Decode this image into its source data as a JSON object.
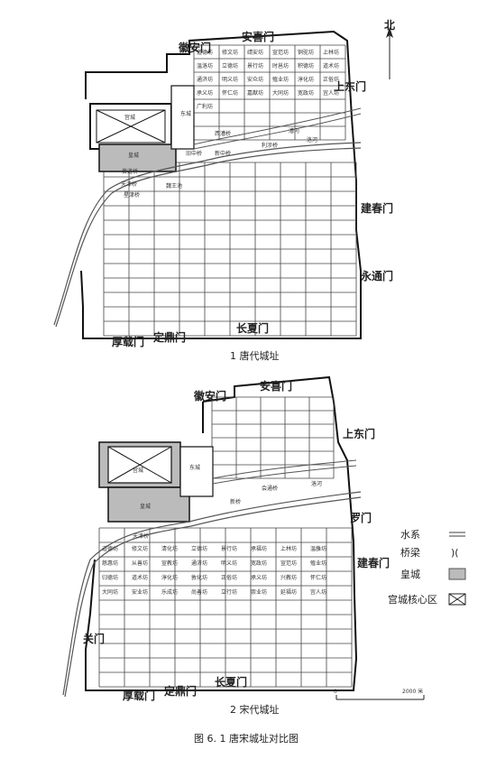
{
  "north_label": "北",
  "tang": {
    "caption": "1  唐代城址",
    "gates": [
      "徽安门",
      "安喜门",
      "上东门",
      "建春门",
      "永通门",
      "长夏门",
      "定鼎门",
      "厚载门"
    ],
    "labels": [
      "东城",
      "宫城",
      "皇城",
      "西漕桥",
      "漕河",
      "利涉桥",
      "洛河",
      "旧中桥",
      "新中桥",
      "黄道桥",
      "天津桥",
      "星津桥",
      "魏王池"
    ],
    "wards": [
      "道德坊",
      "修文坊",
      "靖安坊",
      "宣范坊",
      "铜驼坊",
      "上林坊",
      "温洛坊",
      "立德坊",
      "景行坊",
      "时邕坊",
      "积德坊",
      "道术坊",
      "通济坊",
      "明义坊",
      "安众坊",
      "殖业坊",
      "淳化坊",
      "正俗坊",
      "承义坊",
      "怀仁坊",
      "嘉猷坊",
      "大同坊",
      "宽政坊",
      "宜人坊",
      "广利坊"
    ]
  },
  "song": {
    "caption": "2  宋代城址",
    "gates": [
      "徽安门",
      "安喜门",
      "上东门",
      "罗门",
      "建春门",
      "长夏门",
      "定鼎门",
      "厚载门",
      "关门"
    ],
    "labels": [
      "东城",
      "宫城",
      "皇城",
      "天津桥",
      "新桥",
      "会通桥",
      "洛河"
    ],
    "wards": [
      "道德坊",
      "修文坊",
      "清化坊",
      "立德坊",
      "景行坊",
      "承福坊",
      "上林坊",
      "温雒坊",
      "慈惠坊",
      "从善坊",
      "宣教坊",
      "通济坊",
      "明义坊",
      "宽政坊",
      "宣范坊",
      "殖业坊",
      "归德坊",
      "道术坊",
      "淳化坊",
      "敦化坊",
      "正俗坊",
      "承义坊",
      "兴教坊",
      "怀仁坊",
      "大同坊",
      "安业坊",
      "乐成坊",
      "尚善坊",
      "立行坊",
      "崇业坊",
      "延福坊",
      "宜人坊"
    ],
    "scale": {
      "zero": "0",
      "distance": "2000 米"
    }
  },
  "legend": [
    {
      "label": "水系",
      "symbol": "water"
    },
    {
      "label": "桥梁",
      "symbol": "bridge"
    },
    {
      "label": "皇城",
      "symbol": "imperial"
    },
    {
      "label": "宫城核心区",
      "symbol": "palace"
    }
  ],
  "figure_caption": "图 6. 1    唐宋城址对比图"
}
